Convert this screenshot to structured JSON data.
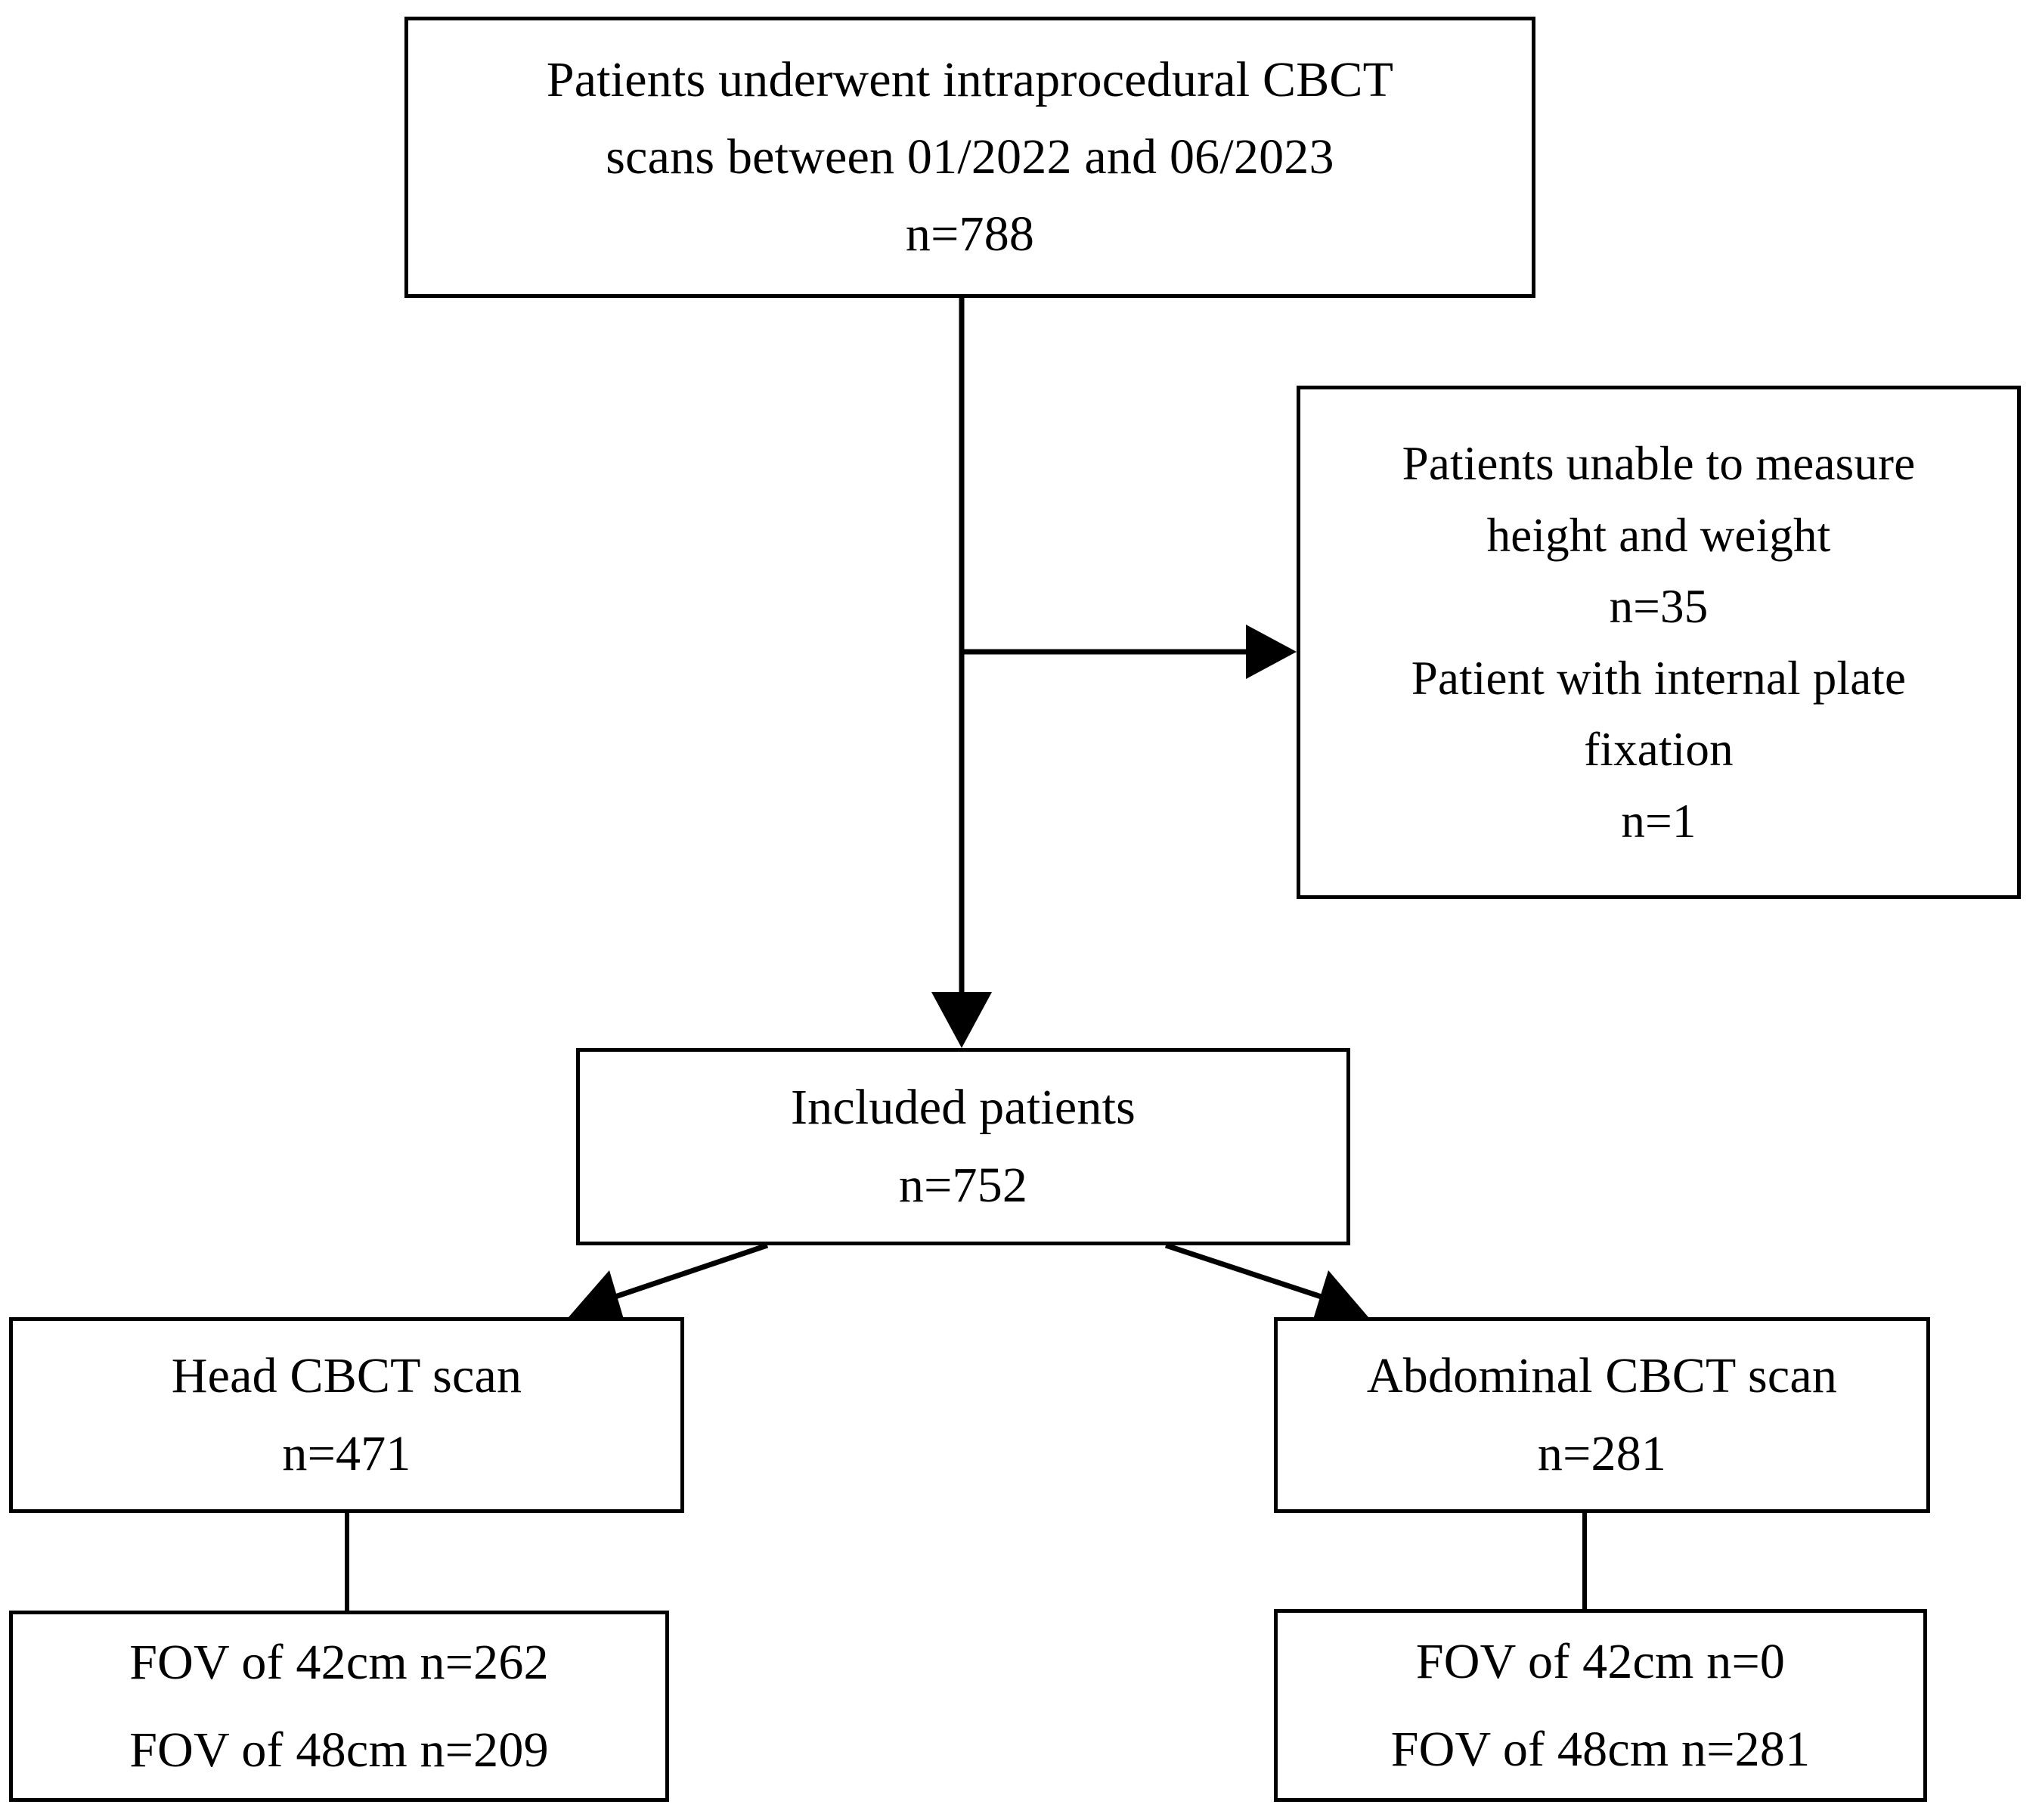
{
  "diagram": {
    "type": "flowchart",
    "title": "CBCT patient selection flowchart",
    "stroke_color": "#000000",
    "fill_color": "#ffffff",
    "text_color": "#000000"
  },
  "nodes": {
    "screened": {
      "name": "screened-patients-box",
      "lines": [
        "Patients underwent intraprocedural CBCT",
        "scans between 01/2022 and 06/2023",
        "n=788"
      ]
    },
    "excluded": {
      "name": "excluded-patients-box",
      "lines": [
        "Patients unable to measure",
        "height and weight",
        "n=35",
        "Patient with internal plate",
        "fixation",
        "n=1"
      ]
    },
    "included": {
      "name": "included-patients-box",
      "lines": [
        "Included patients",
        "n=752"
      ]
    },
    "head": {
      "name": "head-cbct-box",
      "lines": [
        "Head CBCT scan",
        "n=471"
      ]
    },
    "abdominal": {
      "name": "abdominal-cbct-box",
      "lines": [
        "Abdominal CBCT scan",
        "n=281"
      ]
    },
    "head_fov": {
      "name": "head-fov-box",
      "lines": [
        "FOV of 42cm n=262",
        "FOV of 48cm n=209"
      ]
    },
    "abdominal_fov": {
      "name": "abdominal-fov-box",
      "lines": [
        "FOV of 42cm n=0",
        "FOV of 48cm n=281"
      ]
    }
  },
  "connectors": [
    {
      "name": "screened-to-included",
      "from": "screened",
      "to": "included",
      "style": "vertical-arrow"
    },
    {
      "name": "screened-to-excluded",
      "from": "screened",
      "to": "excluded",
      "style": "horizontal-arrow"
    },
    {
      "name": "included-to-head",
      "from": "included",
      "to": "head",
      "style": "diagonal-arrow"
    },
    {
      "name": "included-to-abdominal",
      "from": "included",
      "to": "abdominal",
      "style": "diagonal-arrow"
    },
    {
      "name": "head-to-head-fov",
      "from": "head",
      "to": "head_fov",
      "style": "plain-line"
    },
    {
      "name": "abdominal-to-abdominal-fov",
      "from": "abdominal",
      "to": "abdominal_fov",
      "style": "plain-line"
    }
  ],
  "counts": {
    "screened_n": 788,
    "excluded_unable_to_measure_n": 35,
    "excluded_internal_plate_n": 1,
    "included_n": 752,
    "head_n": 471,
    "abdominal_n": 281,
    "head_fov42_n": 262,
    "head_fov48_n": 209,
    "abdominal_fov42_n": 0,
    "abdominal_fov48_n": 281
  }
}
